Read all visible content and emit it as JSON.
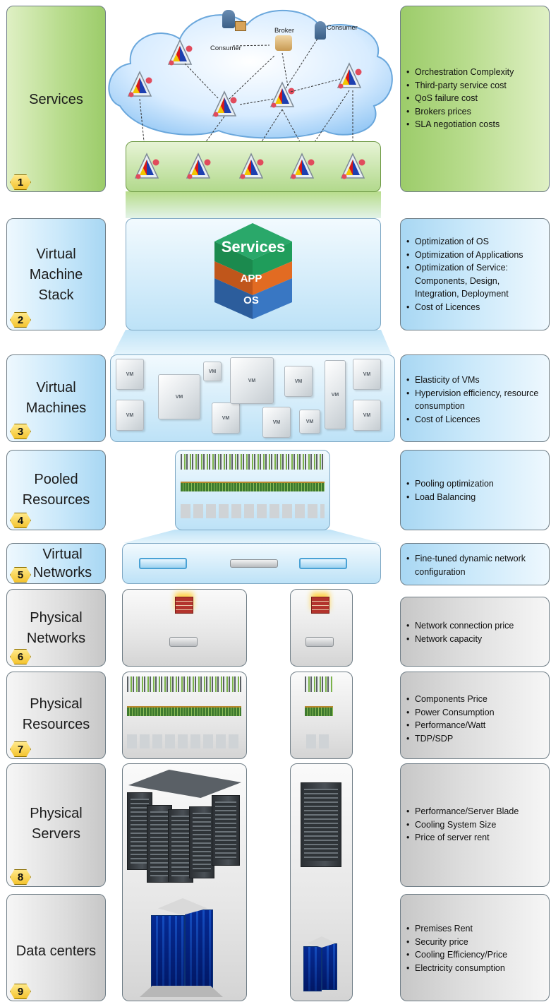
{
  "layers": [
    {
      "num": "1",
      "title": "Services",
      "bullets": [
        "Orchestration Complexity",
        "Third-party service cost",
        "QoS failure cost",
        "Brokers prices",
        "SLA negotiation costs"
      ]
    },
    {
      "num": "2",
      "title": "Virtual Machine Stack",
      "bullets": [
        "Optimization of OS",
        "Optimization of Applications",
        "Optimization of Service: Components, Design, Integration, Deployment",
        "Cost of Licences"
      ]
    },
    {
      "num": "3",
      "title": "Virtual Machines",
      "bullets": [
        "Elasticity of VMs",
        "Hypervision efficiency, resource consumption",
        "Cost of Licences"
      ]
    },
    {
      "num": "4",
      "title": "Pooled Resources",
      "bullets": [
        "Pooling optimization",
        "Load Balancing"
      ]
    },
    {
      "num": "5",
      "title": "Virtual Networks",
      "bullets": [
        "Fine-tuned dynamic network configuration"
      ]
    },
    {
      "num": "6",
      "title": "Physical Networks",
      "bullets": [
        "Network connection price",
        "Network capacity"
      ]
    },
    {
      "num": "7",
      "title": "Physical Resources",
      "bullets": [
        "Components Price",
        "Power Consumption",
        "Performance/Watt",
        "TDP/SDP"
      ]
    },
    {
      "num": "8",
      "title": "Physical Servers",
      "bullets": [
        "Performance/Server Blade",
        "Cooling System Size",
        "Price of server rent"
      ]
    },
    {
      "num": "9",
      "title": "Data centers",
      "bullets": [
        "Premises Rent",
        "Security price",
        "Cooling Efficiency/Price",
        "Electricity consumption"
      ]
    }
  ],
  "cloud": {
    "consumer_left": "Consumer",
    "broker": "Broker",
    "consumer_right": "Consumer"
  },
  "stack": {
    "top": "Services",
    "middle": "APP",
    "bottom": "OS"
  },
  "vm_label": "VM",
  "colors": {
    "green": "#9ccc6a",
    "blue": "#a8d7f3",
    "gray": "#c7c7c7",
    "badge": "#f4c430"
  }
}
